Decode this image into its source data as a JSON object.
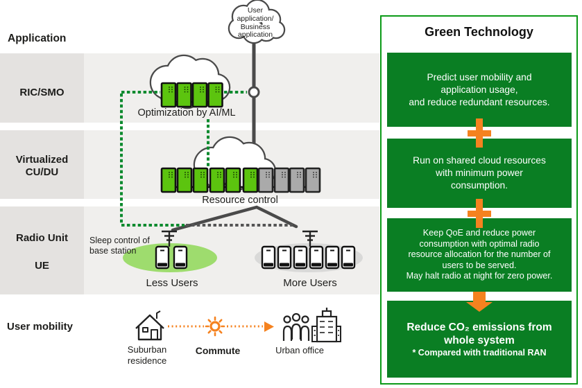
{
  "colors": {
    "box_green": "#0a7e23",
    "panel_border_green": "#0b9a17",
    "dotted_line_green": "#0c8a2e",
    "server_green": "#5cc40f",
    "server_gray": "#aaaaaa",
    "ellipse_green": "#9edc6e",
    "ellipse_gray": "#d9d9d8",
    "orange": "#f5821f",
    "line_dark": "#4a4a4a",
    "band_gray": "#f0efed",
    "label_col_gray": "#e4e2e0"
  },
  "icons": {
    "cloud": "cloud outline shape",
    "server": "green/gray server box with vent dots",
    "phone": "smartphone outline",
    "antenna": "base-station antenna",
    "house": "suburban house outline",
    "sun": "orange sun",
    "people": "group of three people",
    "building": "office building",
    "plus": "orange plus",
    "arrow_down": "orange down arrow",
    "connector": "circle node"
  },
  "left_labels": {
    "application": "Application",
    "ric_smo": "RIC/SMO",
    "virtualized": "Virtualized\nCU/DU",
    "radio_unit": "Radio Unit",
    "ue": "UE",
    "user_mobility": "User mobility"
  },
  "diagram": {
    "top_cloud": "User\napplication/\nBusiness\napplication",
    "optimization": "Optimization by AI/ML",
    "resource_control": "Resource control",
    "sleep_control": "Sleep control of\nbase station",
    "less_users": "Less Users",
    "more_users": "More Users",
    "suburban": "Suburban\nresidence",
    "commute": "Commute",
    "urban": "Urban office"
  },
  "panel": {
    "title": "Green Technology",
    "box1": "Predict user mobility and\napplication usage,\nand reduce redundant resources.",
    "box2": "Run on shared cloud resources\nwith minimum power\nconsumption.",
    "box3": "Keep QoE and reduce power\nconsumption with optimal radio\nresource allocation for the number of\nusers to be served.\nMay halt radio at night for zero power.",
    "box4_title": "Reduce CO₂ emissions from\nwhole system",
    "box4_note": "* Compared with traditional RAN"
  }
}
